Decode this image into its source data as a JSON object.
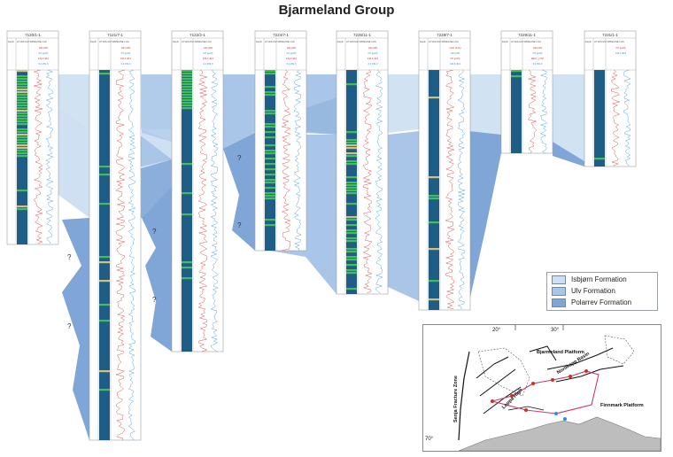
{
  "title": "Bjarmeland Group",
  "colors": {
    "isbjorn": "#cfe0f2",
    "ulv": "#a9c6e8",
    "polarrev": "#7fa6d6",
    "lith_dark": "#1f5c86",
    "lith_green": "#3fbf56",
    "lith_yellow": "#cfc27a",
    "log_blue": "#2a8fd6",
    "log_red": "#d22b2b"
  },
  "header_labels": {
    "depth": "Depth",
    "lithology": "LITHOLOGY",
    "wireline": "WIRELINE LOG"
  },
  "wells": [
    {
      "name": "7120/1-1",
      "head": [
        "GR (API)",
        "DT (µs/ft)",
        "140.0   40.0",
        "0.0   150.0"
      ]
    },
    {
      "name": "7121/7-1",
      "head": [
        "GR (API)",
        "DT (µs/ft)",
        "140.0   40.0",
        "0.0   150.0"
      ]
    },
    {
      "name": "7122/2-1",
      "head": [
        "GR (API)",
        "DT (µs/ft)",
        "140.0   40.0",
        "0.0   150.0"
      ]
    },
    {
      "name": "7224/7-1",
      "head": [
        "GR (API)",
        "DT (µs/ft)",
        "140.0   40.0",
        "0.0   150.0"
      ]
    },
    {
      "name": "7226/11-1",
      "head": [
        "GR (API)",
        "DT (µs/ft)",
        "140.0   40.0",
        "0.0   150.0"
      ]
    },
    {
      "name": "7228/7-1",
      "head": [
        "CALI (inch)",
        "GR (API)",
        "DT (µs/ft)",
        "140.0   40.0"
      ]
    },
    {
      "name": "7229/11-1",
      "head": [
        "GR (API)",
        "DT (µs/ft)",
        "NEUT_(V/V)",
        "0.0   150.0"
      ]
    },
    {
      "name": "7231/1-1",
      "head": [
        "DT (µs/ft)",
        "140.0   40.0",
        "",
        ""
      ]
    }
  ],
  "legend": [
    {
      "label": "Isbjørn Formation",
      "key": "isbjorn"
    },
    {
      "label": "Ulv Formation",
      "key": "ulv"
    },
    {
      "label": "Polarrev Formation",
      "key": "polarrev"
    }
  ],
  "question_mark": "?",
  "map": {
    "labels": {
      "lon20": "20°",
      "lon30": "30°",
      "lat70": "70°",
      "bjarmeland": "Bjarmeland Platform",
      "nordkapp": "Nordkapp Basin",
      "finnmark": "Finnmark Platform",
      "senja": "Senja Fracture Zone",
      "loppa": "Loppa High"
    }
  }
}
